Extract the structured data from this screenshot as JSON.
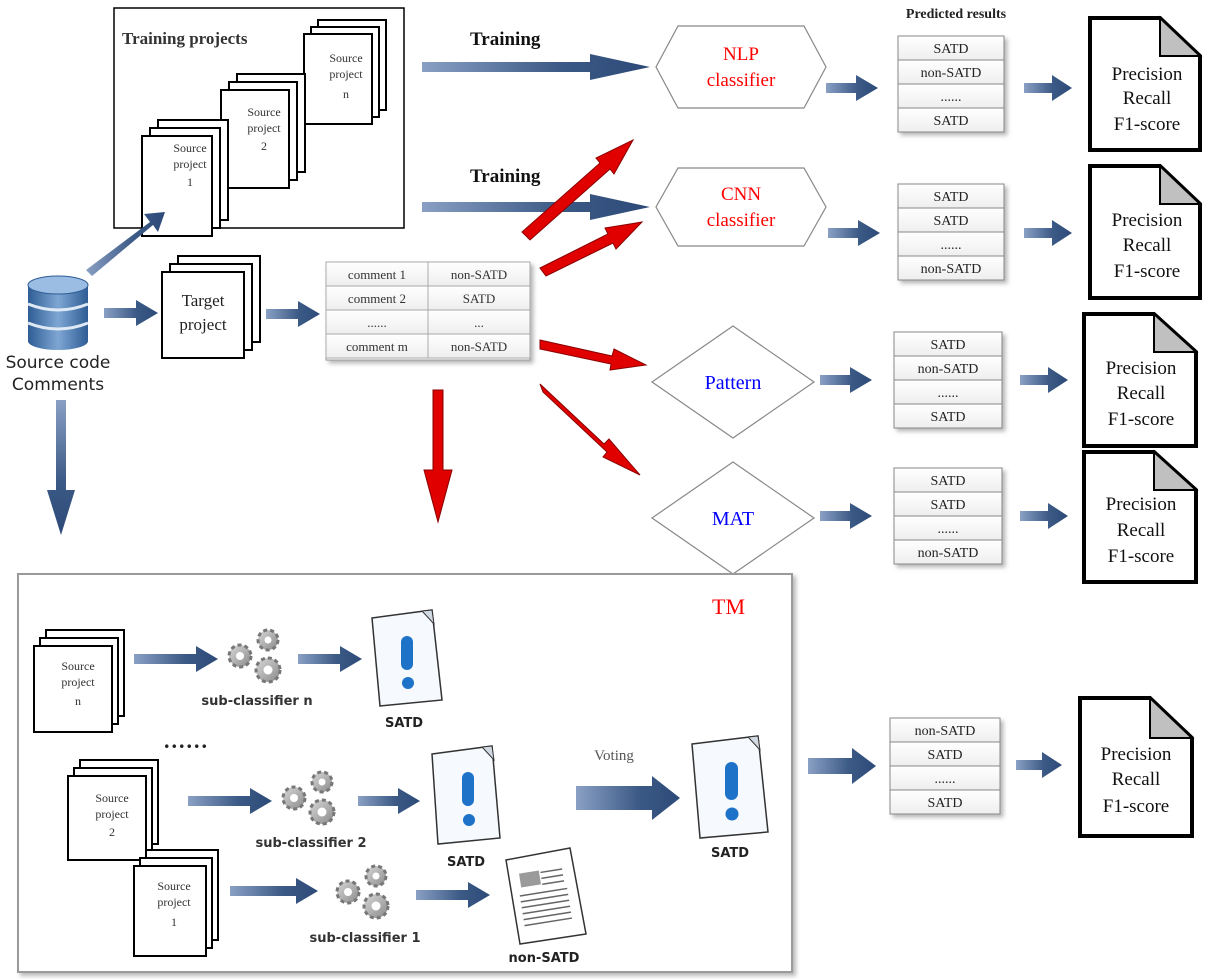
{
  "training": {
    "box_title": "Training projects",
    "arrow_label_1": "Training",
    "arrow_label_2": "Training",
    "source_projects": [
      {
        "line1": "Source",
        "line2": "project",
        "line3": "1"
      },
      {
        "line1": "Source",
        "line2": "project",
        "line3": "2"
      },
      {
        "line1": "Source",
        "line2": "project",
        "line3": "n"
      }
    ]
  },
  "database": {
    "line1": "Source code",
    "line2": "Comments"
  },
  "target_project": {
    "line1": "Target",
    "line2": "project"
  },
  "comment_table": {
    "rows": [
      {
        "comment": "comment 1",
        "label": "non-SATD"
      },
      {
        "comment": "comment 2",
        "label": "SATD"
      },
      {
        "comment": "......",
        "label": "..."
      },
      {
        "comment": "comment m",
        "label": "non-SATD"
      }
    ]
  },
  "predicted_results_title": "Predicted results",
  "classifiers": [
    {
      "line1": "NLP",
      "line2": "classifier",
      "color": "#ff0000",
      "shape": "hexagon",
      "results": [
        "SATD",
        "non-SATD",
        "......",
        "SATD"
      ]
    },
    {
      "line1": "CNN",
      "line2": "classifier",
      "color": "#ff0000",
      "shape": "hexagon",
      "results": [
        "SATD",
        "SATD",
        "......",
        "non-SATD"
      ]
    },
    {
      "line1": "Pattern",
      "line2": "",
      "color": "#0000ff",
      "shape": "diamond",
      "results": [
        "SATD",
        "non-SATD",
        "......",
        "SATD"
      ]
    },
    {
      "line1": "MAT",
      "line2": "",
      "color": "#0000ff",
      "shape": "diamond",
      "results": [
        "SATD",
        "SATD",
        "......",
        "non-SATD"
      ]
    }
  ],
  "metrics": {
    "line1": "Precision",
    "line2": "Recall",
    "line3": "F1-score"
  },
  "tm": {
    "title": "TM",
    "ellipsis": "......",
    "source_projects": [
      {
        "line1": "Source",
        "line2": "project",
        "line3": "n"
      },
      {
        "line1": "Source",
        "line2": "project",
        "line3": "2"
      },
      {
        "line1": "Source",
        "line2": "project",
        "line3": "1"
      }
    ],
    "sub_classifiers": [
      "sub-classifier n",
      "sub-classifier 2",
      "sub-classifier 1"
    ],
    "outputs": [
      "SATD",
      "SATD",
      "non-SATD"
    ],
    "voting_label": "Voting",
    "voting_output": "SATD",
    "results": [
      "non-SATD",
      "SATD",
      "......",
      "SATD"
    ]
  },
  "colors": {
    "blue_arrow": "#3c5a86",
    "red_arrow": "#e00000",
    "classifier_red": "#ff0000",
    "classifier_blue": "#0000ff",
    "alert_blue": "#1e73c8"
  }
}
